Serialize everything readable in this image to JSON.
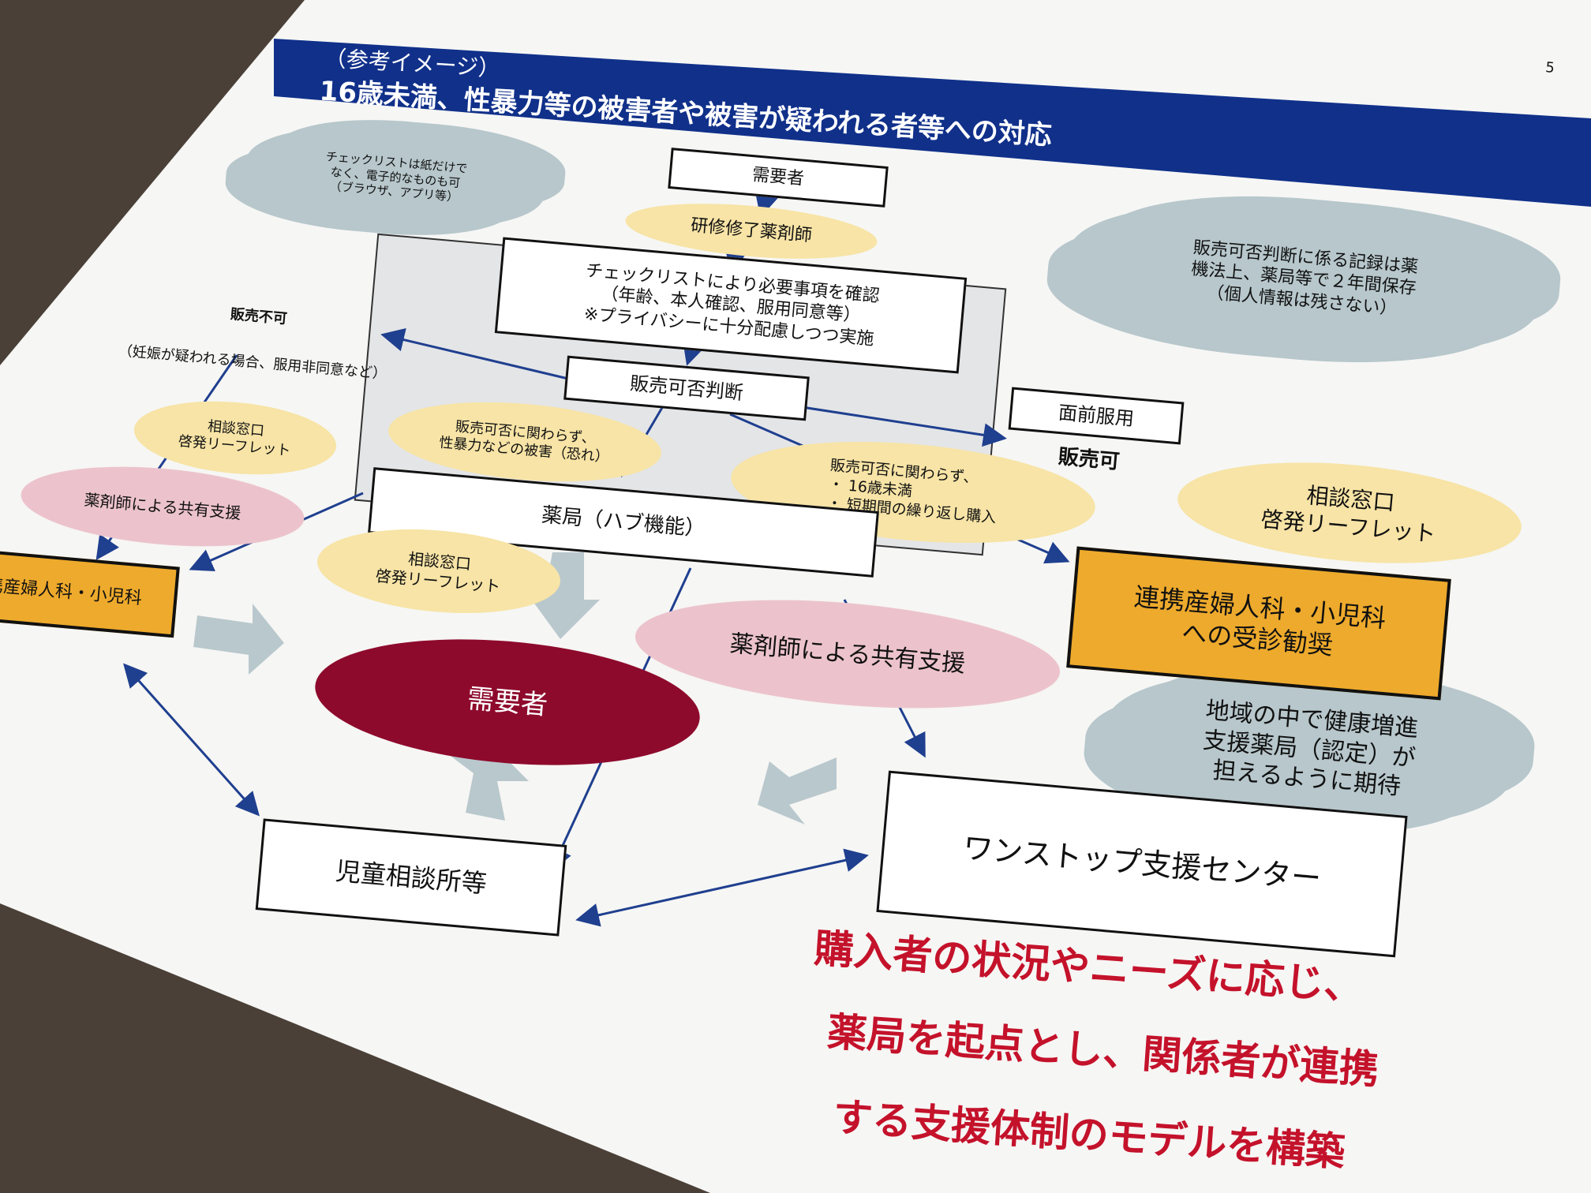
{
  "header": {
    "line1": "（参考イメージ）",
    "line2": "16歳未満、性暴力等の被害者や被害が疑われる者等への対応",
    "page_number": "5"
  },
  "nodes": {
    "top_consumer": "需要者",
    "trained_pharmacist": "研修修了薬剤師",
    "checklist": [
      "チェックリストにより必要事項を確認",
      "（年齢、本人確認、服用同意等）",
      "※プライバシーに十分配慮しつつ実施"
    ],
    "sale_decision": "販売可否判断",
    "violence_oval": [
      "販売可否に関わらず、",
      "性暴力などの被害（恐れ）"
    ],
    "under16_oval": [
      "販売可否に関わらず、",
      "・ 16歳未満",
      "・ 短期間の繰り返し購入"
    ],
    "witnessed_dose": "面前服用",
    "sale_ok": "販売可",
    "sale_ng": "販売不可",
    "sale_ng_note": "（妊娠が疑われる場合、服用非同意など）",
    "pharmacy_hub": "薬局（ハブ機能）",
    "consult_left": [
      "相談窓口",
      "啓発リーフレット"
    ],
    "share_left": "薬剤師による共有支援",
    "obgyn_left": "連携産婦人科・小児科",
    "consult_center": [
      "相談窓口",
      "啓発リーフレット"
    ],
    "consumer_center": "需要者",
    "share_center": "薬剤師による共有支援",
    "obgyn_right": [
      "連携産婦人科・小児科",
      "への受診勧奨"
    ],
    "consult_right": [
      "相談窓口",
      "啓発リーフレット"
    ],
    "child_center": "児童相談所等",
    "onestop": "ワンストップ支援センター"
  },
  "clouds": {
    "top_left": [
      "チェックリストは紙だけで",
      "なく、電子的なものも可",
      "（ブラウザ、アプリ等）"
    ],
    "top_right": [
      "販売可否判断に係る記録は薬",
      "機法上、薬局等で２年間保存",
      "（個人情報は残さない）"
    ],
    "mid_right": [
      "地域の中で健康増進",
      "支援薬局（認定）が",
      "担えるように期待"
    ]
  },
  "conclusion": [
    "購入者の状況やニーズに応じ、",
    "薬局を起点とし、関係者が連携",
    "する支援体制のモデルを構築"
  ],
  "colors": {
    "header": "#10308a",
    "arrow": "#1f3f8f",
    "consumer": "#8e0a2c",
    "orange": "#eeaa2c",
    "red_text": "#c4122b"
  }
}
